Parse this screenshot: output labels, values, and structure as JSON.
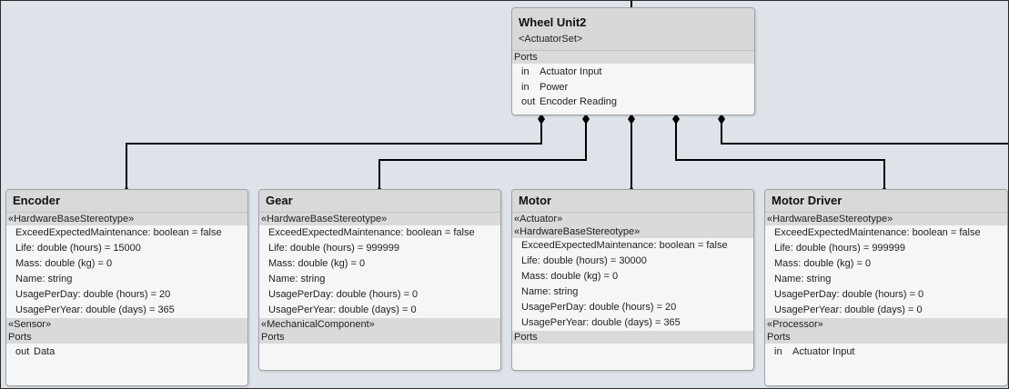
{
  "parent": {
    "title": "Wheel Unit2",
    "stereotype": "<ActuatorSet>",
    "ports_label": "Ports",
    "ports": [
      {
        "dir": "in",
        "name": "Actuator Input"
      },
      {
        "dir": "in",
        "name": "Power"
      },
      {
        "dir": "out",
        "name": "Encoder Reading"
      }
    ]
  },
  "blocks": [
    {
      "title": "Encoder",
      "sections": [
        {
          "label": "«HardwareBaseStereotype»",
          "rows": [
            "ExceedExpectedMaintenance: boolean = false",
            "Life: double (hours) = 15000",
            "Mass: double (kg) = 0",
            "Name: string",
            "UsagePerDay: double (hours) = 20",
            "UsagePerYear: double (days) = 365"
          ]
        },
        {
          "label": "«Sensor»",
          "rows": []
        }
      ],
      "ports_label": "Ports",
      "ports": [
        {
          "dir": "out",
          "name": "Data"
        }
      ]
    },
    {
      "title": "Gear",
      "sections": [
        {
          "label": "«HardwareBaseStereotype»",
          "rows": [
            "ExceedExpectedMaintenance: boolean = false",
            "Life: double (hours) = 999999",
            "Mass: double (kg) = 0",
            "Name: string",
            "UsagePerDay: double (hours) = 0",
            "UsagePerYear: double (days) = 0"
          ]
        },
        {
          "label": "«MechanicalComponent»",
          "rows": []
        }
      ],
      "ports_label": "Ports",
      "ports": []
    },
    {
      "title": "Motor",
      "sections": [
        {
          "label": "«Actuator»",
          "rows": []
        },
        {
          "label": "«HardwareBaseStereotype»",
          "rows": [
            "ExceedExpectedMaintenance: boolean = false",
            "Life: double (hours) = 30000",
            "Mass: double (kg) = 0",
            "Name: string",
            "UsagePerDay: double (hours) = 20",
            "UsagePerYear: double (days) = 365"
          ]
        }
      ],
      "ports_label": "Ports",
      "ports": []
    },
    {
      "title": "Motor Driver",
      "sections": [
        {
          "label": "«HardwareBaseStereotype»",
          "rows": [
            "ExceedExpectedMaintenance: boolean = false",
            "Life: double (hours) = 999999",
            "Mass: double (kg) = 0",
            "Name: string",
            "UsagePerDay: double (hours) = 0",
            "UsagePerYear: double (days) = 0"
          ]
        },
        {
          "label": "«Processor»",
          "rows": []
        }
      ],
      "ports_label": "Ports",
      "ports": [
        {
          "dir": "in",
          "name": "Actuator Input"
        }
      ]
    }
  ],
  "colors": {
    "canvas": "#dee3ea",
    "block_fill": "#f6f6f6",
    "header": "#d8d8d8",
    "connector": "#000000"
  }
}
